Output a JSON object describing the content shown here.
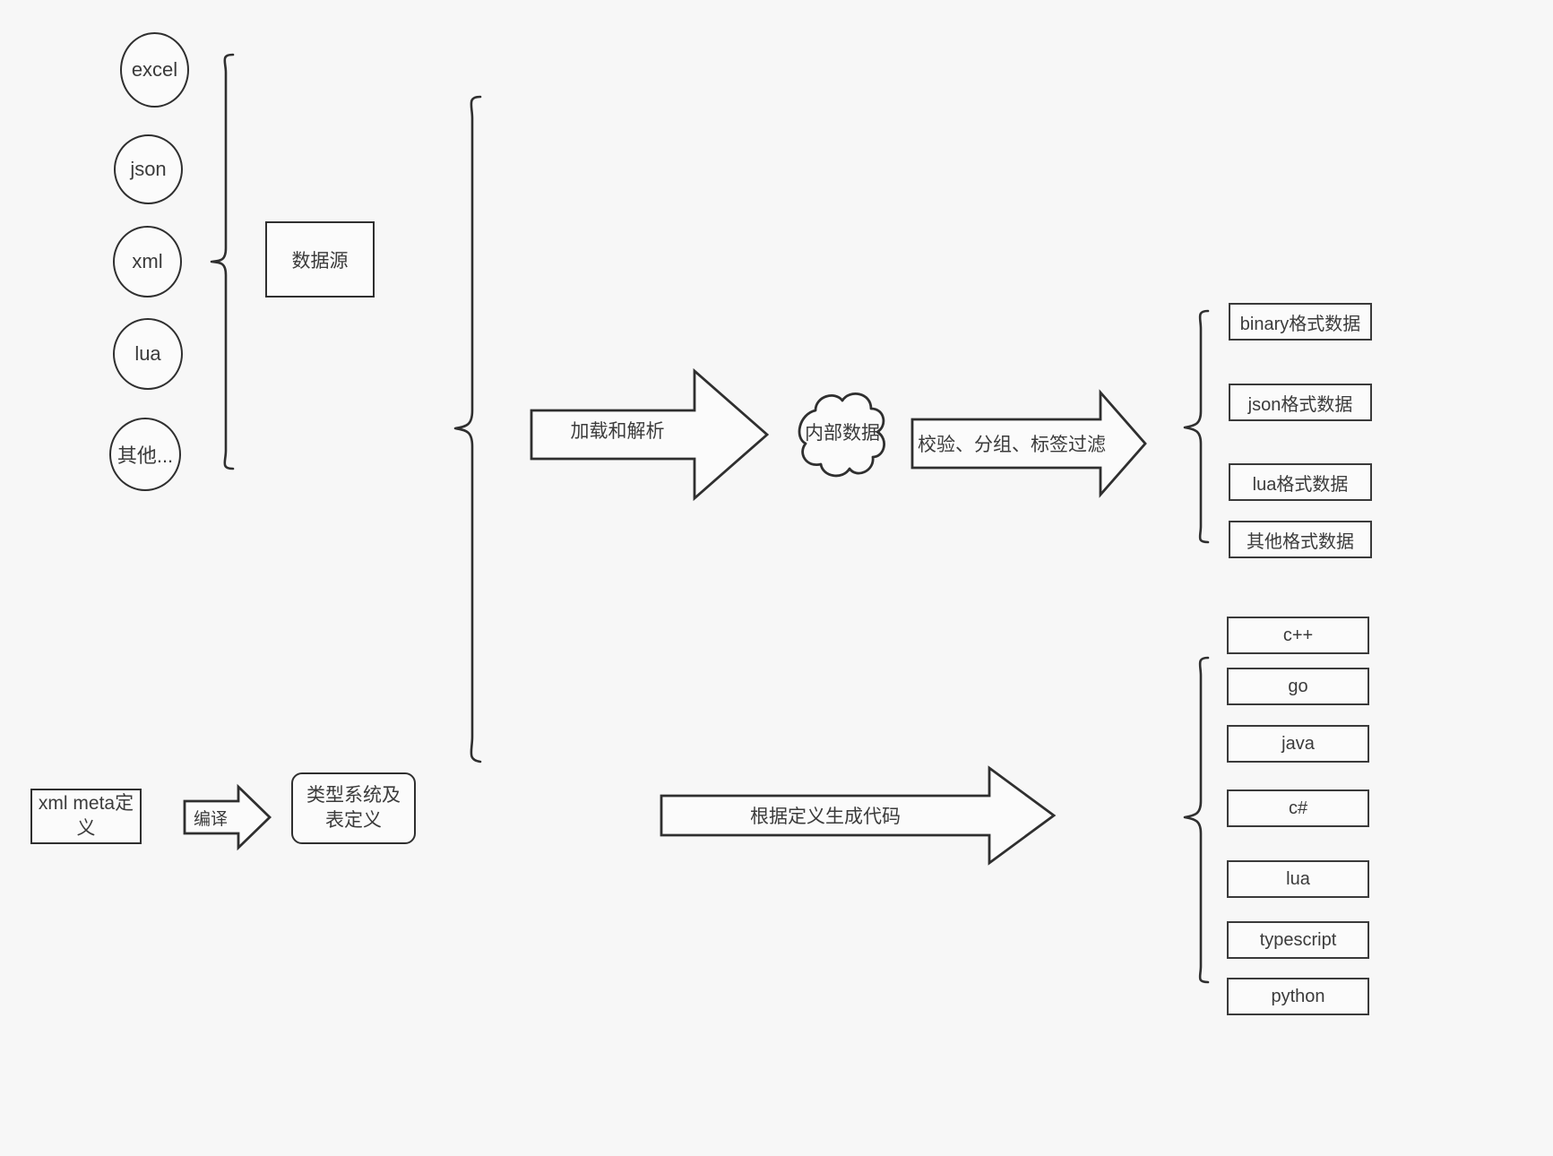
{
  "diagram": {
    "title": "data pipeline architecture",
    "background_color": "#f7f7f7",
    "stroke_color": "#2f2f2f",
    "fill_color": "#fbfbfb"
  },
  "sources": {
    "items": [
      {
        "label": "excel"
      },
      {
        "label": "json"
      },
      {
        "label": "xml"
      },
      {
        "label": "lua"
      },
      {
        "label": "其他..."
      }
    ],
    "group_label": "数据源",
    "brace_icon": "right-brace-icon"
  },
  "pipeline": {
    "load_arrow_label": "加载和解析",
    "cloud_label": "内部数据",
    "filter_arrow_label": "校验、分组、标签过滤",
    "load_arrow_icon": "right-arrow-icon",
    "filter_arrow_icon": "right-arrow-icon",
    "cloud_icon": "cloud-icon"
  },
  "data_outputs": {
    "brace_icon": "left-brace-icon",
    "items": [
      {
        "label": "binary格式数据"
      },
      {
        "label": "json格式数据"
      },
      {
        "label": "lua格式数据"
      },
      {
        "label": "其他格式数据"
      }
    ]
  },
  "meta": {
    "source_label": "xml meta定义",
    "compile_arrow_label": "编译",
    "compile_arrow_icon": "right-arrow-icon",
    "type_system_label": "类型系统及表定义"
  },
  "codegen": {
    "arrow_label": "根据定义生成代码",
    "arrow_icon": "right-arrow-icon",
    "brace_icon": "left-brace-icon",
    "items": [
      {
        "label": "c++"
      },
      {
        "label": "go"
      },
      {
        "label": "java"
      },
      {
        "label": "c#"
      },
      {
        "label": "lua"
      },
      {
        "label": "typescript"
      },
      {
        "label": "python"
      }
    ]
  }
}
